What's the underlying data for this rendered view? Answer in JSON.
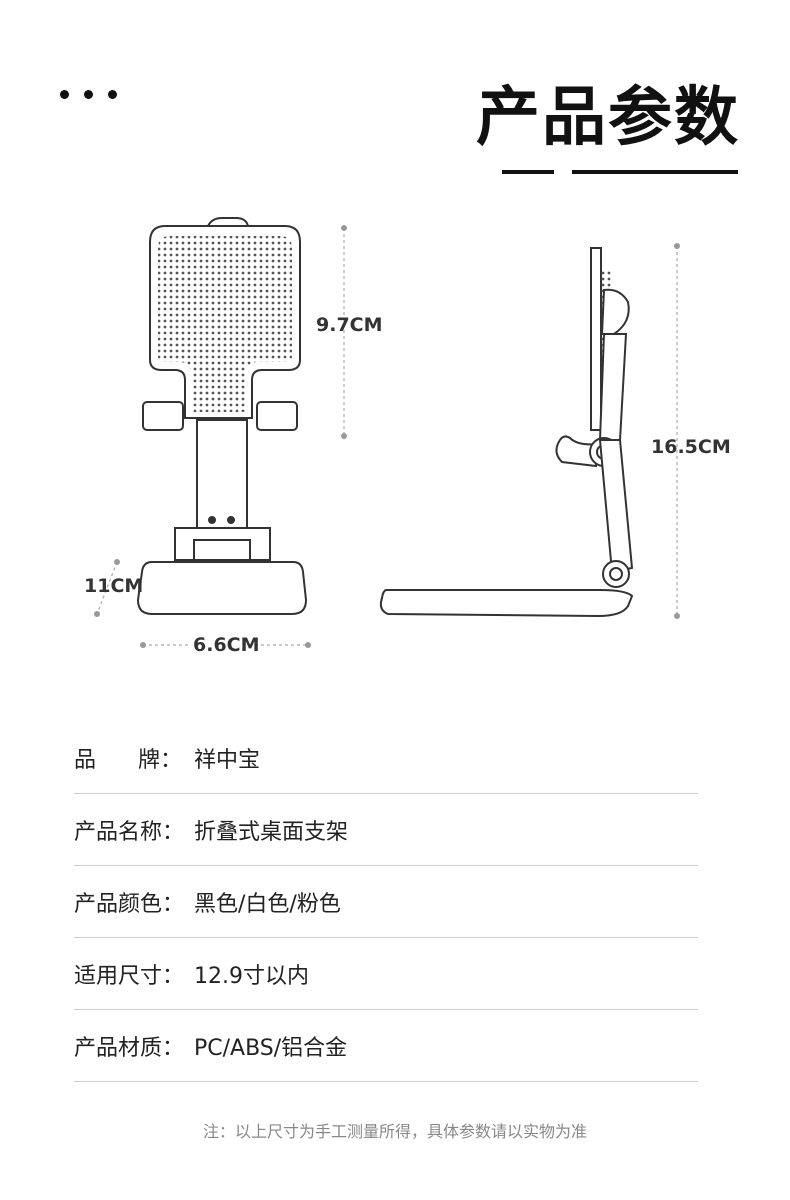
{
  "header": {
    "title": "产品参数"
  },
  "dimensions": {
    "phone_holder_height": "9.7CM",
    "base_depth": "11CM",
    "base_width": "6.6CM",
    "total_height": "16.5CM"
  },
  "specs": [
    {
      "label": "品      牌：",
      "value": "祥中宝"
    },
    {
      "label": "产品名称：",
      "value": "折叠式桌面支架"
    },
    {
      "label": "产品颜色：",
      "value": "黑色/白色/粉色"
    },
    {
      "label": "适用尺寸：",
      "value": "12.9寸以内"
    },
    {
      "label": "产品材质：",
      "value": "PC/ABS/铝合金"
    }
  ],
  "footer": {
    "note": "注：以上尺寸为手工测量所得，具体参数请以实物为准"
  },
  "colors": {
    "outline": "#333333",
    "dim_line": "#aaaaaa",
    "divider": "#cfcfcf"
  }
}
